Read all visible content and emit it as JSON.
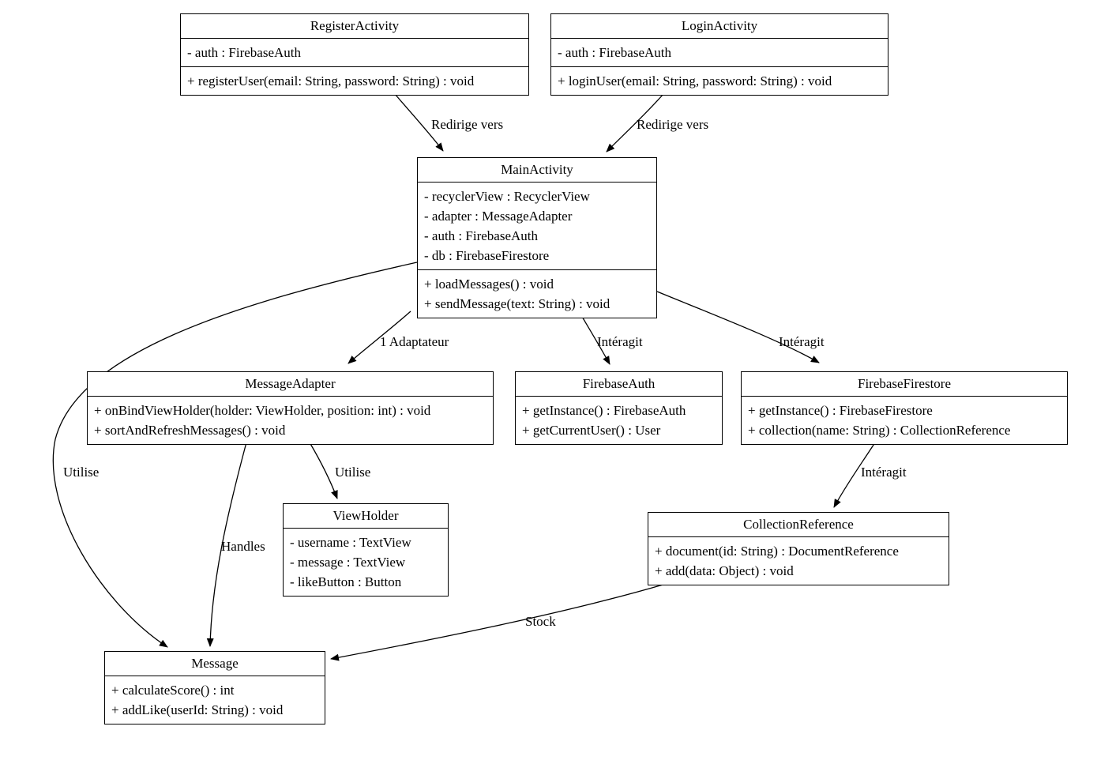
{
  "diagram": {
    "type": "uml-class-diagram",
    "background_color": "#ffffff",
    "node_fill": "#ffffff",
    "node_border_color": "#000000",
    "text_color": "#000000",
    "nodes": [
      {
        "title": "RegisterActivity",
        "attributes": [
          "- auth : FirebaseAuth"
        ],
        "methods": [
          "+ registerUser(email: String, password: String) : void"
        ]
      },
      {
        "title": "LoginActivity",
        "attributes": [
          "- auth : FirebaseAuth"
        ],
        "methods": [
          "+ loginUser(email: String, password: String) : void"
        ]
      },
      {
        "title": "MainActivity",
        "attributes": [
          "- recyclerView : RecyclerView",
          "- adapter : MessageAdapter",
          "- auth : FirebaseAuth",
          "- db : FirebaseFirestore"
        ],
        "methods": [
          "+ loadMessages() : void",
          "+ sendMessage(text: String) : void"
        ]
      },
      {
        "title": "MessageAdapter",
        "attributes": [],
        "methods": [
          "+ onBindViewHolder(holder: ViewHolder, position: int) : void",
          "+ sortAndRefreshMessages() : void"
        ]
      },
      {
        "title": "FirebaseAuth",
        "attributes": [],
        "methods": [
          "+ getInstance() : FirebaseAuth",
          "+ getCurrentUser() : User"
        ]
      },
      {
        "title": "FirebaseFirestore",
        "attributes": [],
        "methods": [
          "+ getInstance() : FirebaseFirestore",
          "+ collection(name: String) : CollectionReference"
        ]
      },
      {
        "title": "ViewHolder",
        "attributes": [
          "- username : TextView",
          "- message : TextView",
          "- likeButton : Button"
        ],
        "methods": []
      },
      {
        "title": "CollectionReference",
        "attributes": [],
        "methods": [
          "+ document(id: String) : DocumentReference",
          "+ add(data: Object) : void"
        ]
      },
      {
        "title": "Message",
        "attributes": [],
        "methods": [
          "+ calculateScore() : int",
          "+ addLike(userId: String) : void"
        ]
      }
    ],
    "edges": [
      {
        "from": "RegisterActivity",
        "to": "MainActivity",
        "label": "Redirige vers"
      },
      {
        "from": "LoginActivity",
        "to": "MainActivity",
        "label": "Redirige vers"
      },
      {
        "from": "MainActivity",
        "to": "MessageAdapter",
        "label": "1 Adaptateur"
      },
      {
        "from": "MainActivity",
        "to": "FirebaseAuth",
        "label": "Intéragit"
      },
      {
        "from": "MainActivity",
        "to": "FirebaseFirestore",
        "label": "Intéragit"
      },
      {
        "from": "MessageAdapter",
        "to": "ViewHolder",
        "label": "Utilise"
      },
      {
        "from": "MessageAdapter",
        "to": "Message",
        "label": "Handles"
      },
      {
        "from": "MainActivity",
        "to": "Message",
        "label": "Utilise"
      },
      {
        "from": "FirebaseFirestore",
        "to": "CollectionReference",
        "label": "Intéragit"
      },
      {
        "from": "CollectionReference",
        "to": "Message",
        "label": "Stock"
      }
    ]
  }
}
